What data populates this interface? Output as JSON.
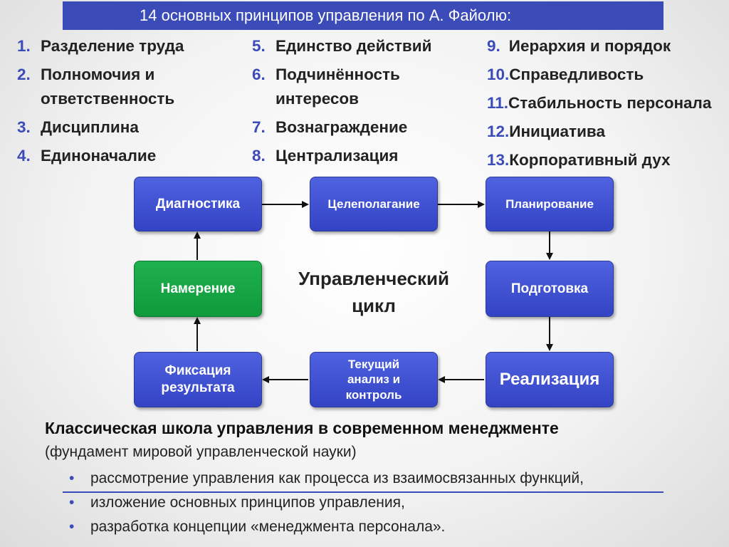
{
  "header": {
    "title": "14 основных принципов управления по  А. Файолю:"
  },
  "principles": {
    "col1": [
      {
        "num": "1.",
        "text": "Разделение труда"
      },
      {
        "num": "2.",
        "text": "Полномочия и\nответственность"
      },
      {
        "num": "3.",
        "text": "Дисциплина"
      },
      {
        "num": "4.",
        "text": "Единоначалие"
      }
    ],
    "col2": [
      {
        "num": "5.",
        "text": "Единство действий"
      },
      {
        "num": "6.",
        "text": "Подчинённость\nинтересов"
      },
      {
        "num": "7.",
        "text": "Вознаграждение"
      },
      {
        "num": "8.",
        "text": "Централизация"
      }
    ],
    "col3": [
      {
        "num": "9.",
        "text": "Иерархия и порядок"
      },
      {
        "num": "10.",
        "text": "Справедливость"
      },
      {
        "num": "11.",
        "text": "Стабильность персонала"
      },
      {
        "num": "12.",
        "text": "Инициатива"
      },
      {
        "num": "13.",
        "text": "Корпоративный дух"
      }
    ]
  },
  "cycle": {
    "title": "Управленческий цикл",
    "nodes": {
      "diagnostics": "Диагностика",
      "goal_setting": "Целеполагание",
      "planning": "Планирование",
      "preparation": "Подготовка",
      "implementation": "Реализация",
      "analysis": "Текущий анализ и контроль",
      "fixation": "Фиксация результата",
      "intention": "Намерение"
    }
  },
  "bottom": {
    "title": "Классическая школа управления в современном менеджменте",
    "subtitle": "(фундамент мировой управленческой науки)",
    "bullets": [
      "рассмотрение управления как процесса из взаимосвязанных функций,",
      "изложение основных принципов управления,",
      "разработка концепции «менеджмента персонала»."
    ],
    "bullet_char": "•"
  },
  "colors": {
    "accent": "#3b4bb8",
    "box_blue": "#3f51d4",
    "box_green": "#16a845"
  }
}
